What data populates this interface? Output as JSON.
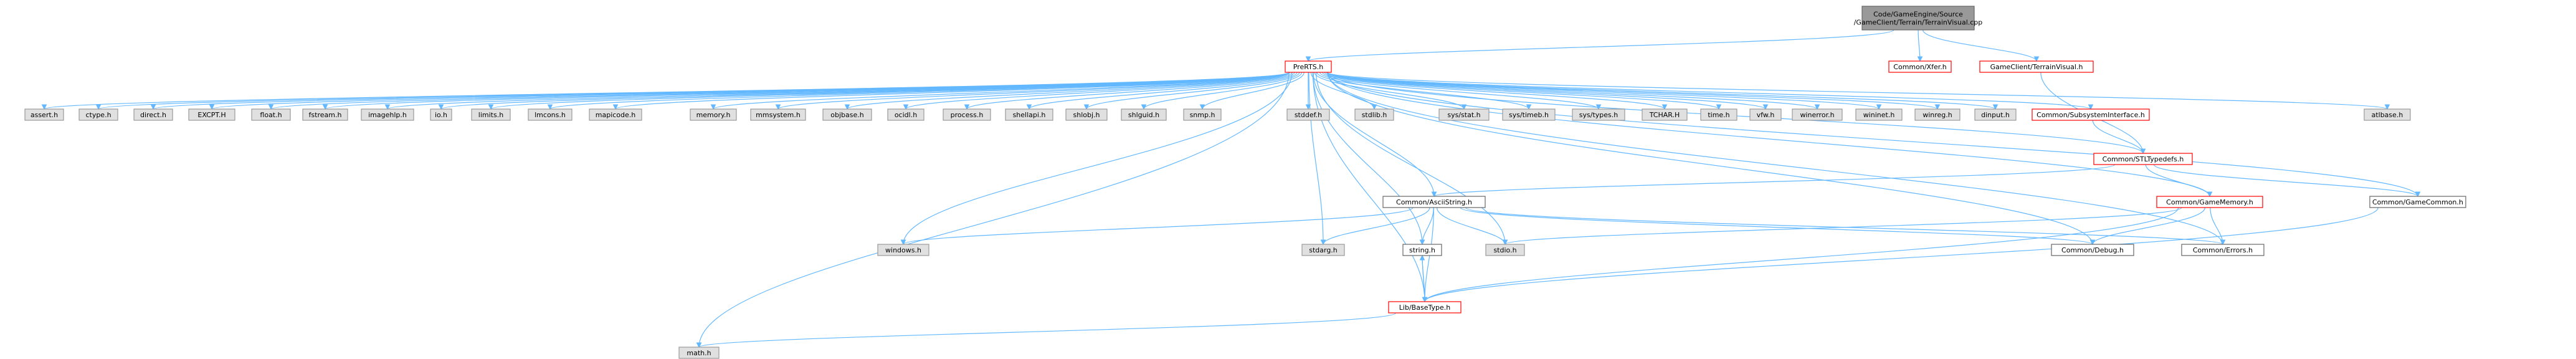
{
  "colors": {
    "edge": "#63b8ff",
    "node_fill_default": "#e0e0e0",
    "node_border_default": "#999999",
    "node_fill_root": "#999999",
    "node_border_root": "#666666",
    "node_fill_white": "#ffffff",
    "node_border_red": "#ff0000",
    "node_border_gray": "#666666"
  },
  "nodes": {
    "root": "Code/GameEngine/Source\n/GameClient/Terrain/TerrainVisual.cpp",
    "prerts": "PreRTS.h",
    "ver": "Common/Xfer.h",
    "tv": "GameClient/TerrainVisual.h",
    "assert": "assert.h",
    "ctype": "ctype.h",
    "direct": "direct.h",
    "excpt": "EXCPT.H",
    "float": "float.h",
    "fstream": "fstream.h",
    "imagehlp": "imagehlp.h",
    "io": "io.h",
    "limits": "limits.h",
    "lmcons": "lmcons.h",
    "mapicode": "mapicode.h",
    "memory": "memory.h",
    "mmsystem": "mmsystem.h",
    "objbase": "objbase.h",
    "ocidl": "ocidl.h",
    "process": "process.h",
    "shellapi": "shellapi.h",
    "shlobj": "shlobj.h",
    "shlguid": "shlguid.h",
    "snmp": "snmp.h",
    "stddef": "stddef.h",
    "stdlib": "stdlib.h",
    "sysstat": "sys/stat.h",
    "systimeb": "sys/timeb.h",
    "systypes": "sys/types.h",
    "tchar": "TCHAR.H",
    "time": "time.h",
    "vfw": "vfw.h",
    "winerror": "winerror.h",
    "wininet": "wininet.h",
    "winreg": "winreg.h",
    "dinput": "dinput.h",
    "subsys": "Common/SubsystemInterface.h",
    "atlbase": "atlbase.h",
    "stltypedefs": "Common/STLTypedefs.h",
    "ascii": "Common/AsciiString.h",
    "gamememory": "Common/GameMemory.h",
    "gamecommon": "Common/GameCommon.h",
    "windows": "windows.h",
    "stdarg": "stdarg.h",
    "string": "string.h",
    "stdio": "stdio.h",
    "debug": "Common/Debug.h",
    "errors": "Common/Errors.h",
    "basetype": "Lib/BaseType.h",
    "math": "math.h"
  }
}
